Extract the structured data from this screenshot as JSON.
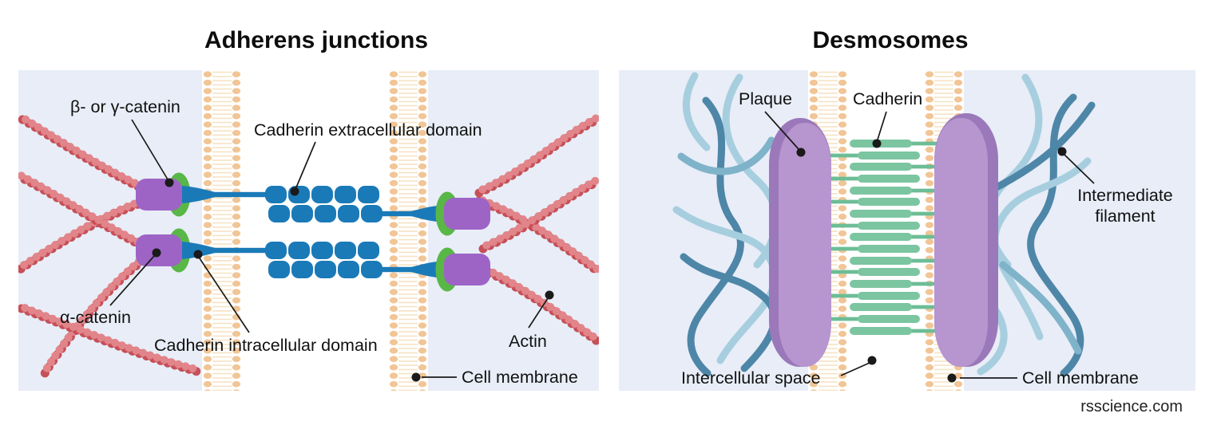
{
  "page": {
    "watermark": "rsscience.com"
  },
  "palette": {
    "background": "#ffffff",
    "panel_bg": "#e8edf7",
    "intercellular_white": "#ffffff",
    "membrane_dot": "#f1c596",
    "membrane_tail": "#f6e3c4",
    "actin_dark": "#c65058",
    "actin_light": "#e2858a",
    "cadherin_blue": "#1a7ab8",
    "catenin_purple": "#9d64c6",
    "catenin_green": "#58b747",
    "plaque_light": "#b795cf",
    "plaque_dark": "#9a78ba",
    "desmosome_cadherin_green": "#7cc5a1",
    "intermediate_filament_dark": "#4e86a8",
    "intermediate_filament_light": "#a6cede",
    "label_color": "#111111"
  },
  "panels": [
    {
      "id": "adherens-junctions",
      "title": "Adherens junctions",
      "labels": {
        "beta_gamma_catenin": "β- or γ-catenin",
        "cadherin_extracellular": "Cadherin extracellular domain",
        "alpha_catenin": "α-catenin",
        "cadherin_intracellular": "Cadherin intracellular domain",
        "actin": "Actin",
        "cell_membrane": "Cell membrane"
      }
    },
    {
      "id": "desmosomes",
      "title": "Desmosomes",
      "labels": {
        "plaque": "Plaque",
        "cadherin": "Cadherin",
        "intermediate_filament_line1": "Intermediate",
        "intermediate_filament_line2": "filament",
        "intercellular_space": "Intercellular space",
        "cell_membrane": "Cell membrane"
      }
    }
  ]
}
